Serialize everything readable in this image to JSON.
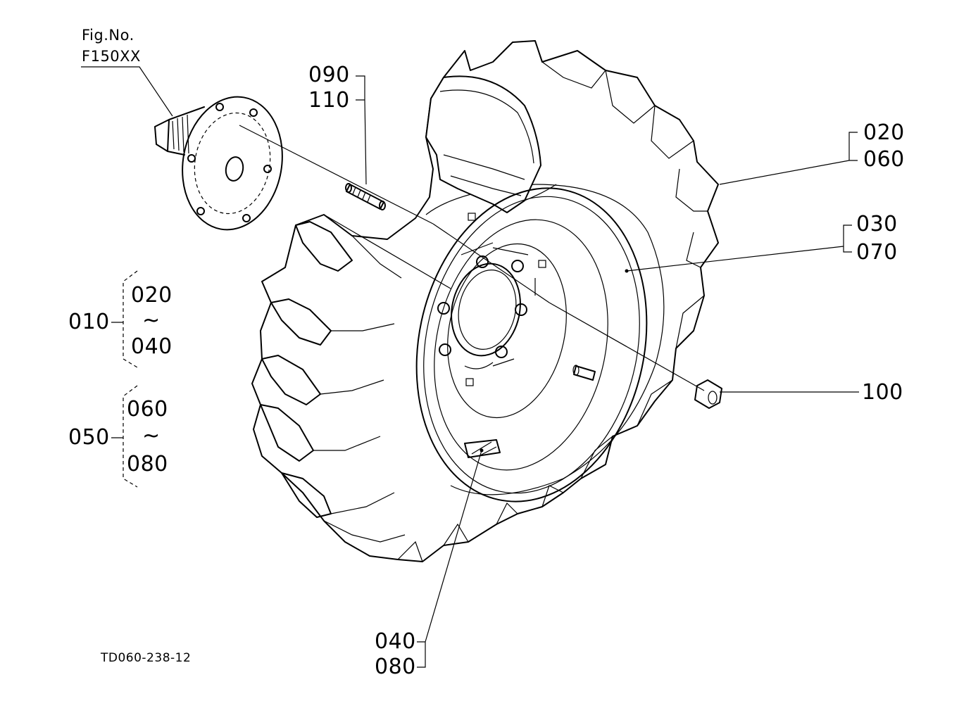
{
  "fig_ref": {
    "line1": "Fig.No.",
    "line2": "F150XX"
  },
  "labels": {
    "stud_a": "090",
    "stud_b": "110",
    "tire_a": "020",
    "tire_b": "060",
    "tube_a": "030",
    "tube_b": "070",
    "nut": "100",
    "rim_a": "040",
    "rim_b": "080"
  },
  "groups": [
    {
      "id": "010",
      "from": "020",
      "tilde": "~",
      "to": "040"
    },
    {
      "id": "050",
      "from": "060",
      "tilde": "~",
      "to": "080"
    }
  ],
  "drawing_number": "TD060-238-12"
}
